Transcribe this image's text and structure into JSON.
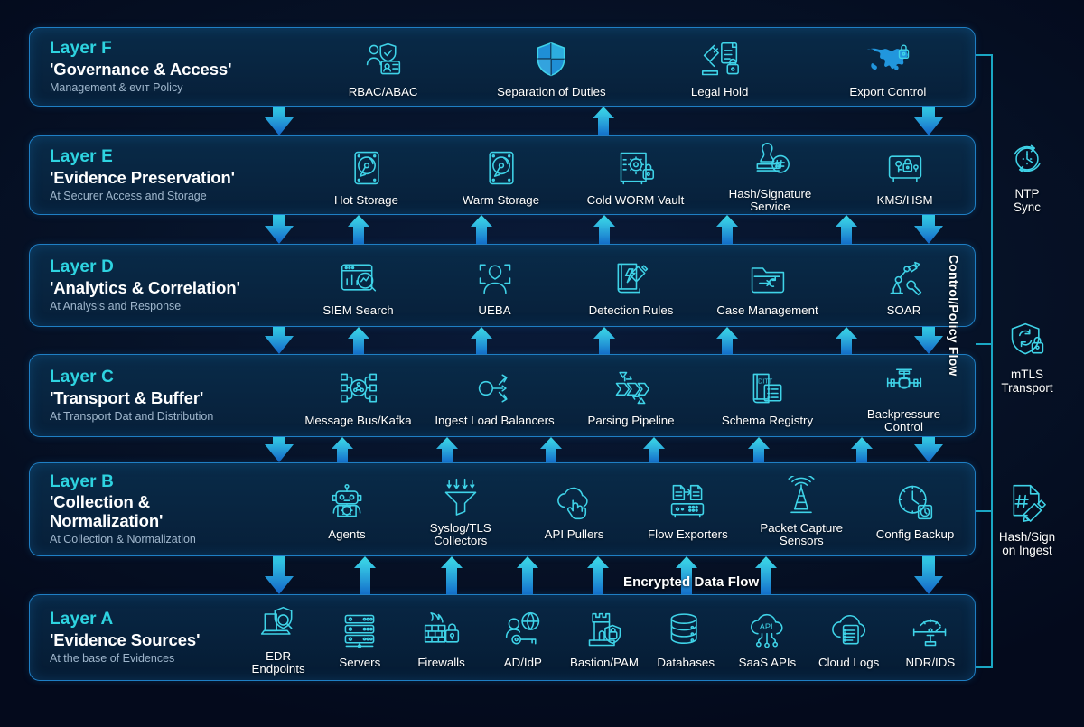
{
  "diagram": {
    "flow_label": "Encrypted Data Flow",
    "control_label": "Control/Policy Flow"
  },
  "layers": [
    {
      "id": "Layer F",
      "title": "'Governance & Access'",
      "subtitle": "Management & evıт Policy",
      "nodes": [
        {
          "label": "RBAC/ABAC",
          "icon": "users-badge-icon"
        },
        {
          "label": "Separation of Duties",
          "icon": "shield-split-icon"
        },
        {
          "label": "Legal Hold",
          "icon": "gavel-document-lock-icon"
        },
        {
          "label": "Export Control",
          "icon": "world-map-lock-icon"
        }
      ]
    },
    {
      "id": "Layer E",
      "title": "'Evidence Preservation'",
      "subtitle": "At Securer Access and Storage",
      "nodes": [
        {
          "label": "Hot Storage",
          "icon": "hard-disk-icon"
        },
        {
          "label": "Warm Storage",
          "icon": "hard-disk-icon"
        },
        {
          "label": "Cold WORM Vault",
          "icon": "safe-lock-icon"
        },
        {
          "label": "Hash/Signature\nService",
          "icon": "stamp-hash-icon"
        },
        {
          "label": "KMS/HSM",
          "icon": "key-vault-icon"
        }
      ]
    },
    {
      "id": "Layer D",
      "title": "'Analytics & Correlation'",
      "subtitle": "At Analysis and Response",
      "nodes": [
        {
          "label": "SIEM Search",
          "icon": "dashboard-search-icon"
        },
        {
          "label": "UEBA",
          "icon": "person-scan-icon"
        },
        {
          "label": "Detection Rules",
          "icon": "rulebook-bolt-icon"
        },
        {
          "label": "Case Management",
          "icon": "case-folder-icon"
        },
        {
          "label": "SOAR",
          "icon": "robot-arm-wrench-icon"
        }
      ]
    },
    {
      "id": "Layer C",
      "title": "'Transport & Buffer'",
      "subtitle": "At Transport Dat and Distribution",
      "nodes": [
        {
          "label": "Message Bus/Kafka",
          "icon": "message-bus-icon"
        },
        {
          "label": "Ingest Load Balancers",
          "icon": "load-balancer-icon"
        },
        {
          "label": "Parsing Pipeline",
          "icon": "parsing-pipeline-icon"
        },
        {
          "label": "Schema Registry",
          "icon": "schema-book-icon"
        },
        {
          "label": "Backpressure\nControl",
          "icon": "valve-icon"
        }
      ]
    },
    {
      "id": "Layer B",
      "title": "'Collection &\nNormalization'",
      "subtitle": "At Collection & Normalization",
      "nodes": [
        {
          "label": "Agents",
          "icon": "robot-icon"
        },
        {
          "label": "Syslog/TLS\nCollectors",
          "icon": "funnel-icon"
        },
        {
          "label": "API Pullers",
          "icon": "cloud-tap-icon"
        },
        {
          "label": "Flow Exporters",
          "icon": "flow-export-icon"
        },
        {
          "label": "Packet Capture\nSensors",
          "icon": "antenna-icon"
        },
        {
          "label": "Config Backup",
          "icon": "clock-backup-icon"
        }
      ]
    },
    {
      "id": "Layer A",
      "title": "'Evidence Sources'",
      "subtitle": "At the base of Evidences",
      "nodes": [
        {
          "label": "EDR Endpoints",
          "icon": "laptop-shield-search-icon"
        },
        {
          "label": "Servers",
          "icon": "server-rack-icon"
        },
        {
          "label": "Firewalls",
          "icon": "firewall-lock-icon"
        },
        {
          "label": "AD/IdP",
          "icon": "identity-key-globe-icon"
        },
        {
          "label": "Bastion/PAM",
          "icon": "bastion-shield-icon"
        },
        {
          "label": "Databases",
          "icon": "database-icon"
        },
        {
          "label": "SaaS APIs",
          "icon": "cloud-api-icon"
        },
        {
          "label": "Cloud Logs",
          "icon": "cloud-log-icon"
        },
        {
          "label": "NDR/IDS",
          "icon": "network-gauge-icon"
        }
      ]
    }
  ],
  "side_notes": [
    {
      "label": "NTP\nSync",
      "icon": "clock-sync-icon"
    },
    {
      "label": "mTLS\nTransport",
      "icon": "shield-exchange-lock-icon"
    },
    {
      "label": "Hash/Sign\non Ingest",
      "icon": "hash-document-pen-icon"
    }
  ],
  "colors": {
    "accent_cyan": "#2ed3e0",
    "icon_stroke": "#3fd3e8",
    "layer_border": "#1f7fc4",
    "arrow_top": "#2fd4e6",
    "arrow_bottom": "#1565c9",
    "background": "#050b1e"
  }
}
